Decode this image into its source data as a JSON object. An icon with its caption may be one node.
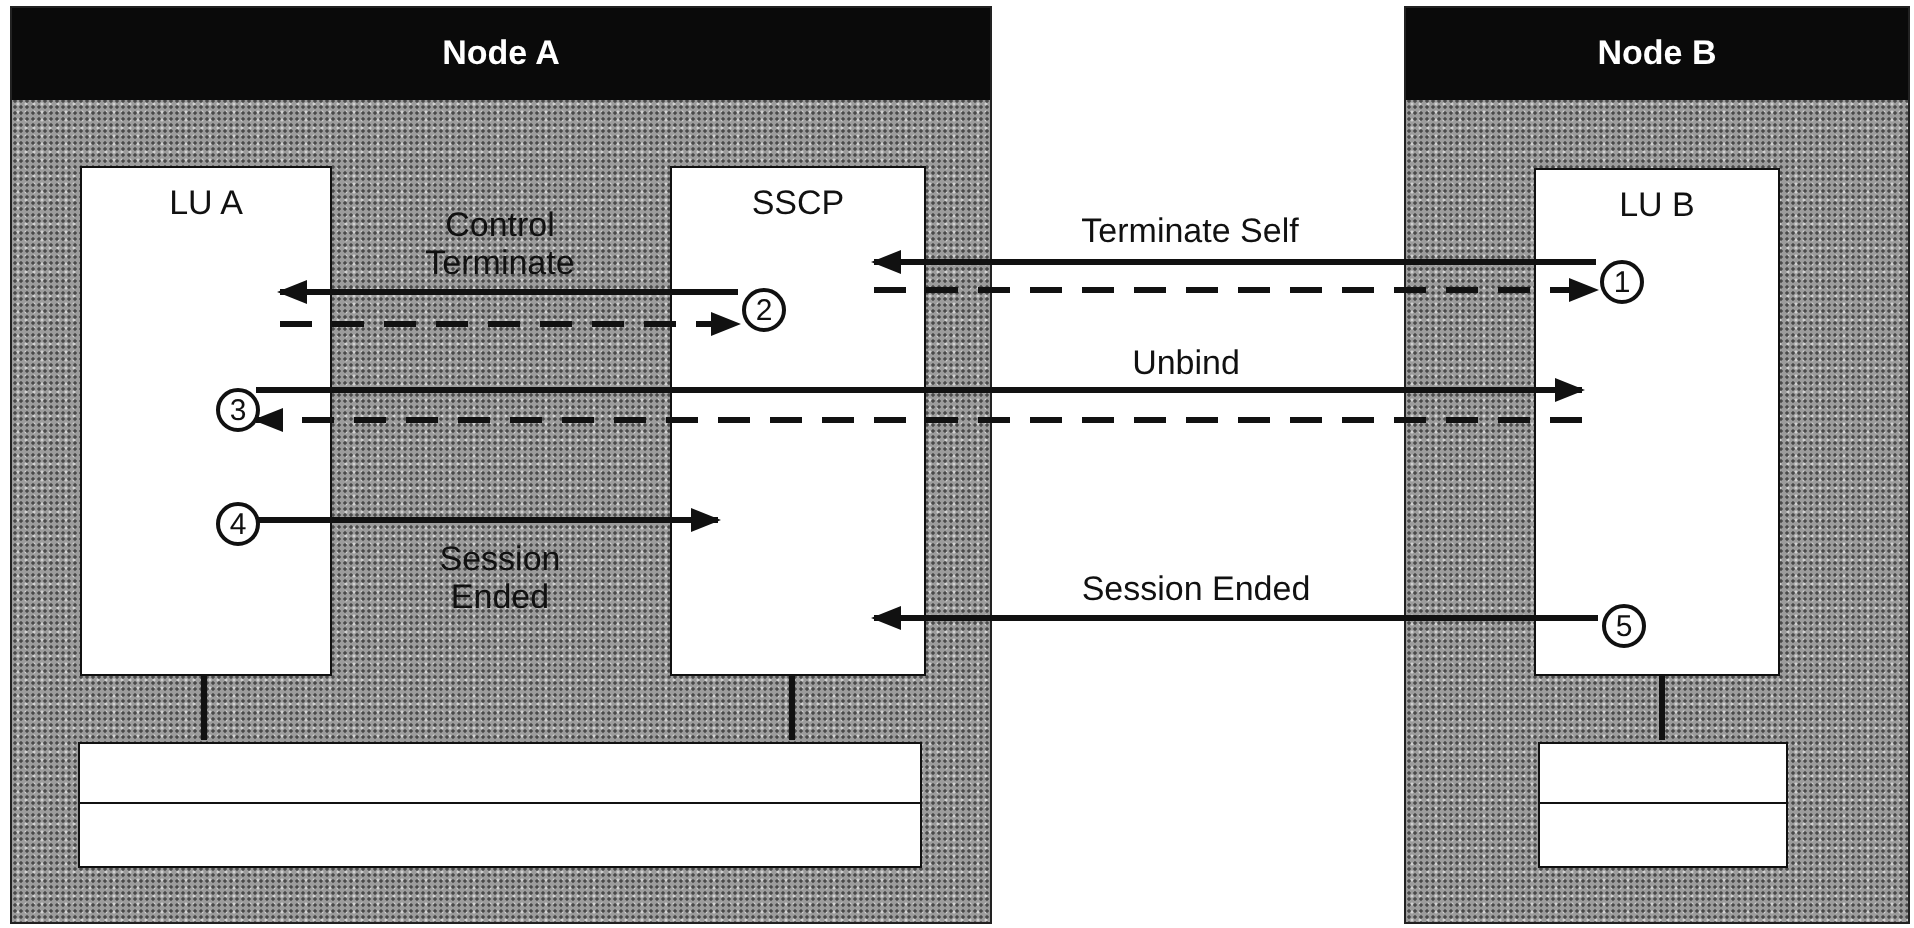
{
  "diagram": {
    "nodes": [
      {
        "text": [
          "Node A"
        ]
      },
      {
        "text": [
          "LU A"
        ],
        "in": 0
      },
      {
        "text": [
          "SSCP"
        ],
        "in": 0
      },
      {
        "text": [
          "2"
        ],
        "in": 2
      },
      {
        "text": [
          "3"
        ],
        "in": 1
      },
      {
        "text": [
          "4"
        ],
        "in": 1
      },
      {
        "text": [],
        "shape": "bar",
        "in": 0
      },
      {
        "text": [],
        "shape": "bar",
        "in": 0
      },
      {
        "text": [
          "Node B"
        ]
      },
      {
        "text": [
          "LU B"
        ],
        "in": 8
      },
      {
        "text": [
          "1"
        ],
        "in": 9
      },
      {
        "text": [
          "5"
        ],
        "in": 9
      },
      {
        "text": [],
        "shape": "bar",
        "in": 8
      },
      {
        "text": [],
        "shape": "bar",
        "in": 8
      }
    ],
    "edges": [
      {
        "from": 10,
        "to": 2,
        "arrow": "to",
        "label": "Terminate Self"
      },
      {
        "from": 2,
        "to": 10,
        "arrow": "to",
        "style": "dashed"
      },
      {
        "from": 3,
        "to": 1,
        "arrow": "to",
        "label": "Control Terminate"
      },
      {
        "from": 1,
        "to": 3,
        "arrow": "to",
        "style": "dashed"
      },
      {
        "from": 4,
        "to": 9,
        "arrow": "to",
        "label": "Unbind"
      },
      {
        "from": 9,
        "to": 4,
        "arrow": "to",
        "style": "dashed"
      },
      {
        "from": 5,
        "to": 2,
        "arrow": "to",
        "label": "Session Ended"
      },
      {
        "from": 11,
        "to": 2,
        "arrow": "to",
        "label": "Session Ended"
      },
      {
        "from": 1,
        "to": 6,
        "arrow": "none"
      },
      {
        "from": 2,
        "to": 6,
        "arrow": "none"
      },
      {
        "from": 9,
        "to": 12,
        "arrow": "none"
      }
    ]
  }
}
